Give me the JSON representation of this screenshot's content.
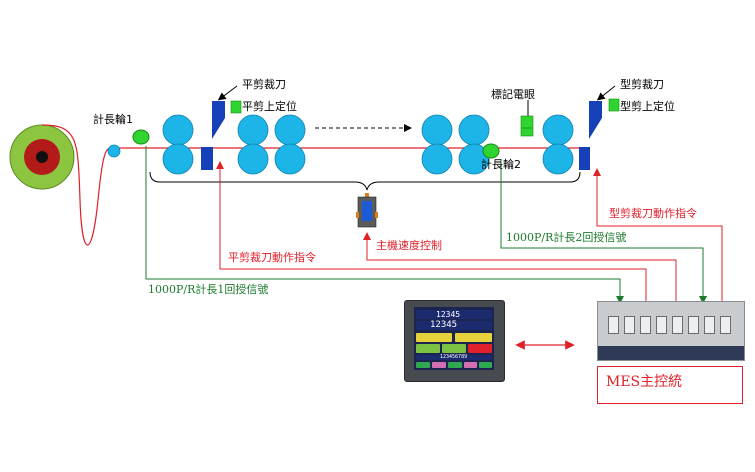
{
  "labels": {
    "flat_cutter": "平剪裁刀",
    "flat_cutter_upper": "平剪上定位",
    "length_wheel_1": "計長輪1",
    "mark_sensor": "標記電眼",
    "shape_cutter": "型剪裁刀",
    "shape_cutter_upper": "型剪上定位",
    "length_wheel_2": "計長輪2",
    "shape_cut_cmd": "型剪裁刀動作指令",
    "pulse_feedback_2": "1000P/R計長2回授信號",
    "main_speed_ctrl": "主機速度控制",
    "flat_cut_cmd": "平剪裁刀動作指令",
    "pulse_feedback_1": "1000P/R計長1回授信號",
    "mes": "MES主控統"
  },
  "hmi": {
    "row1_num": "12345",
    "row2_num": "12345",
    "row5_num": "123456789"
  },
  "colors": {
    "roller": "#1db4e8",
    "line_red": "#e0202a",
    "line_green": "#1d7a2c",
    "coil_outer": "#8cc53f",
    "cutter_blue": "#1540b8",
    "sensor_green": "#2fd42f"
  }
}
